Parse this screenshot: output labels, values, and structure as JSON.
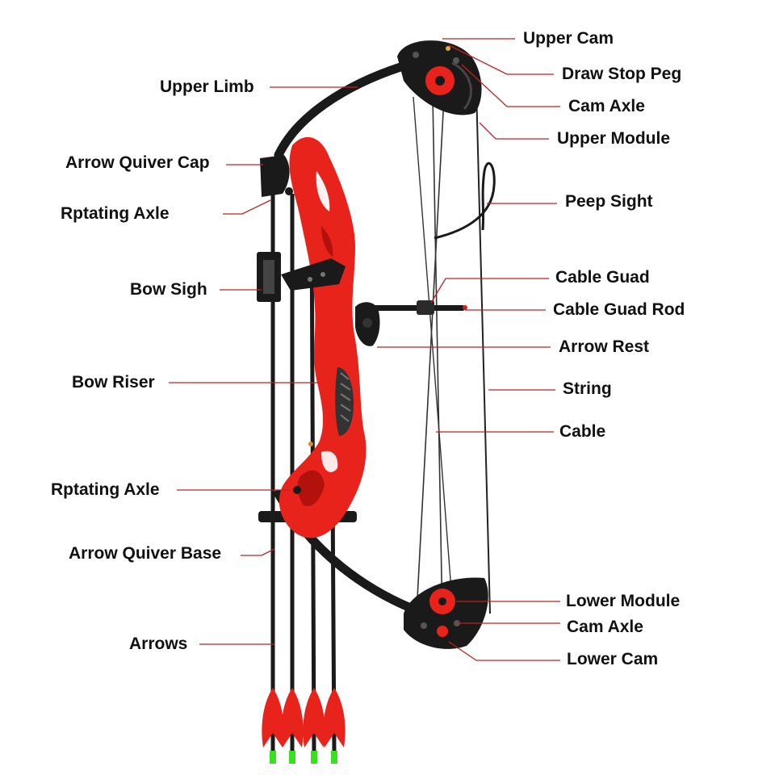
{
  "colors": {
    "background": "#ffffff",
    "riser": "#e8231b",
    "riser_dark": "#b3120c",
    "hardware": "#1a1a1a",
    "leader_line": "#c02020",
    "fletching": "#e8231b",
    "nock": "#39e021",
    "label_text": "#111111"
  },
  "labels": {
    "upper_cam": "Upper Cam",
    "draw_stop_peg": "Draw Stop Peg",
    "cam_axle_upper": "Cam Axle",
    "upper_module": "Upper Module",
    "peep_sight": "Peep Sight",
    "cable_guard": "Cable Guad",
    "cable_guard_rod": "Cable Guad Rod",
    "arrow_rest": "Arrow Rest",
    "string": "String",
    "cable": "Cable",
    "lower_module": "Lower Module",
    "cam_axle_lower": "Cam Axle",
    "lower_cam": "Lower Cam",
    "upper_limb": "Upper Limb",
    "arrow_quiver_cap": "Arrow Quiver Cap",
    "rotating_axle_upper": "Rptating Axle",
    "bow_sight": "Bow Sigh",
    "bow_riser": "Bow Riser",
    "rotating_axle_lower": "Rptating Axle",
    "arrow_quiver_base": "Arrow Quiver Base",
    "arrows": "Arrows"
  }
}
